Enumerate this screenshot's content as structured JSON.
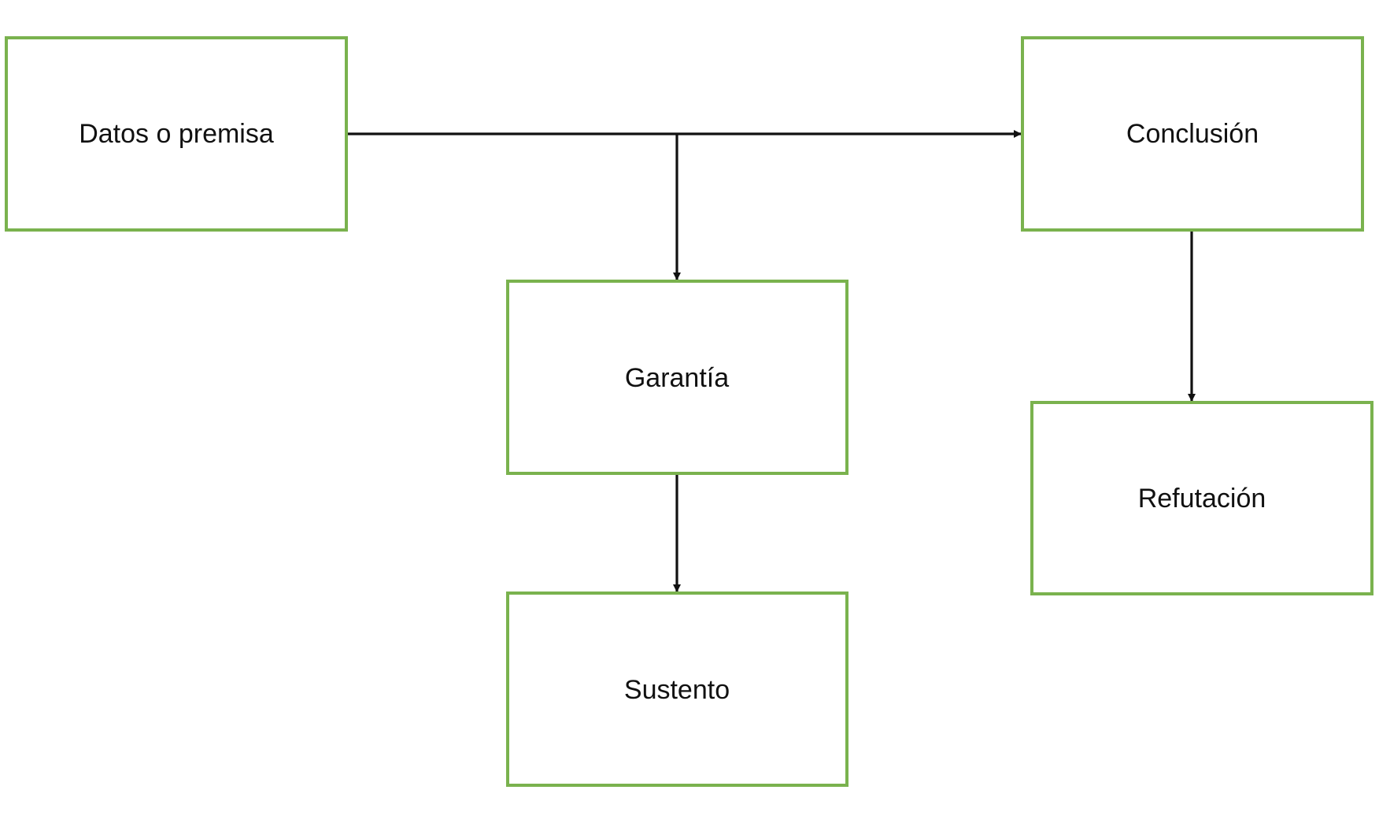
{
  "colors": {
    "box_border": "#7ab24e",
    "arrow": "#111111",
    "text": "#111111",
    "background": "#ffffff"
  },
  "nodes": {
    "datos": {
      "label": "Datos o premisa"
    },
    "conclusion": {
      "label": "Conclusión"
    },
    "garantia": {
      "label": "Garantía"
    },
    "sustento": {
      "label": "Sustento"
    },
    "refutacion": {
      "label": "Refutación"
    }
  },
  "edges": [
    {
      "from": "datos",
      "to": "conclusion"
    },
    {
      "from": "datos",
      "to": "garantia"
    },
    {
      "from": "garantia",
      "to": "sustento"
    },
    {
      "from": "conclusion",
      "to": "refutacion"
    }
  ]
}
